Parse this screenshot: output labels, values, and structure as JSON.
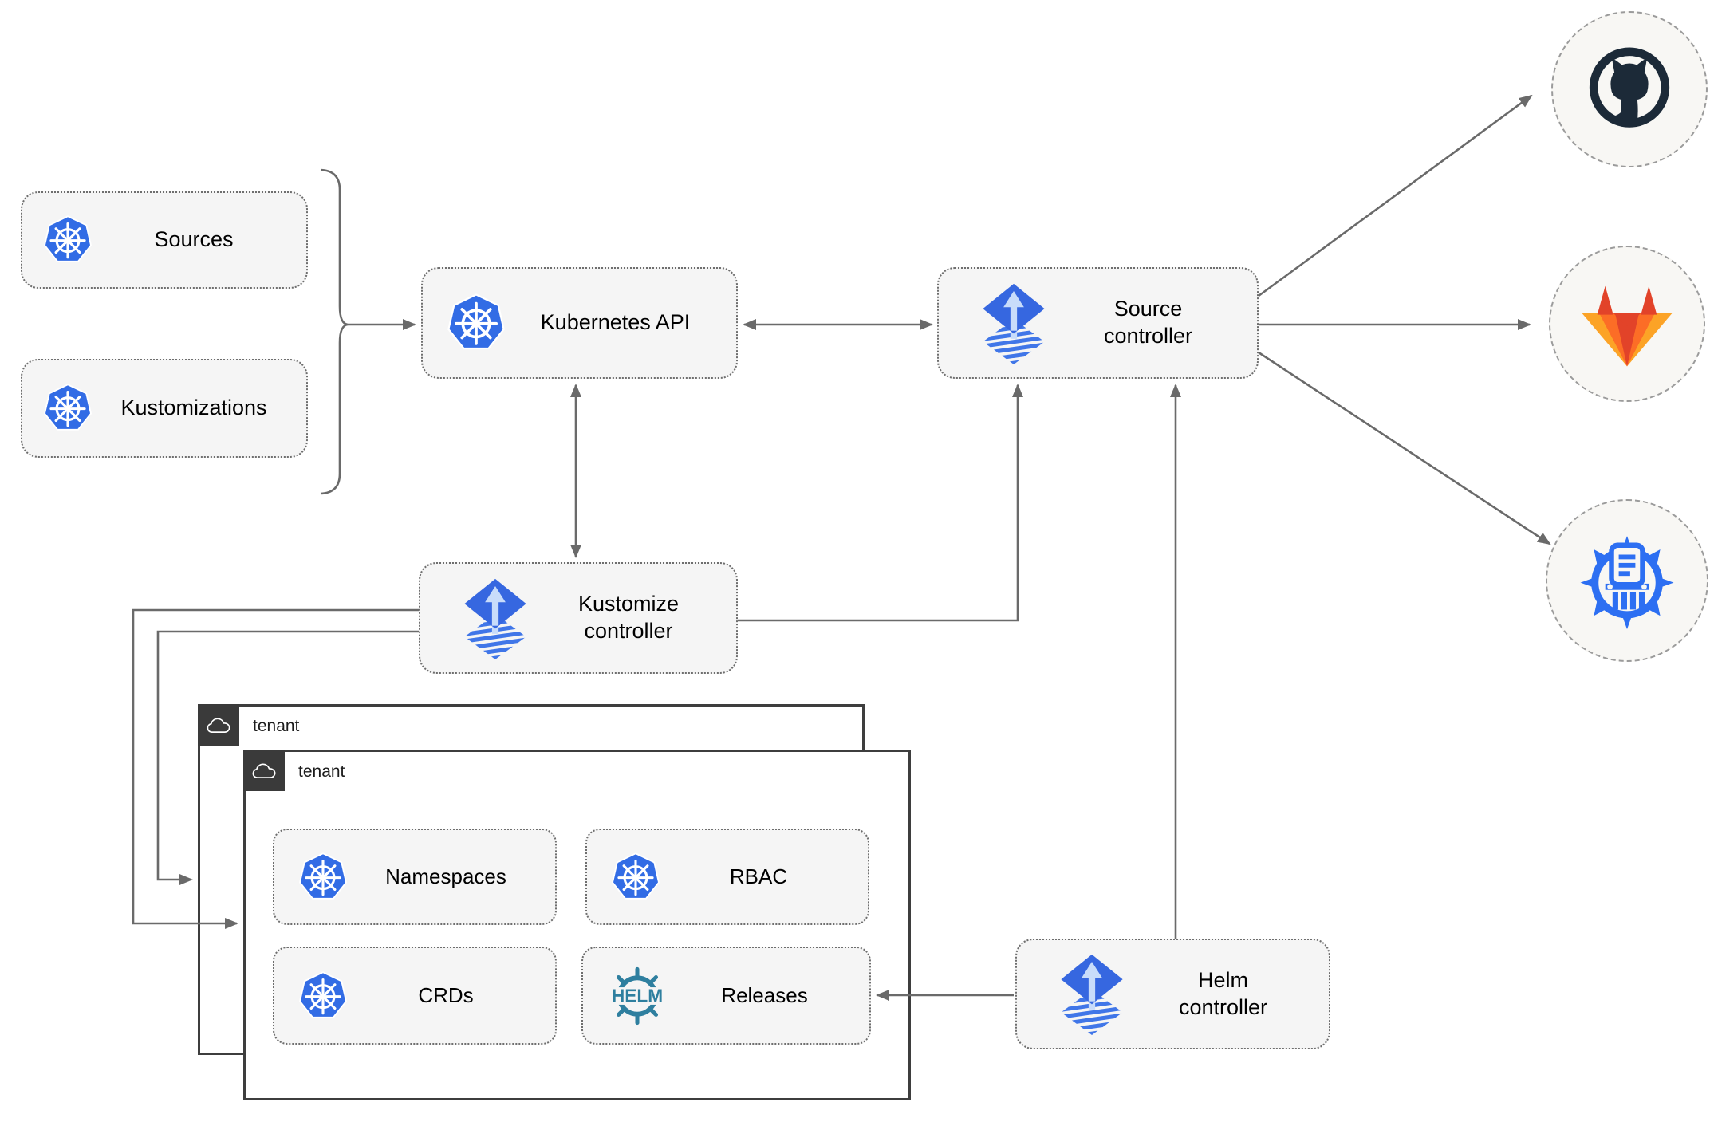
{
  "diagram": {
    "nodes": {
      "sources": {
        "label": "Sources",
        "icon": "kubernetes-icon"
      },
      "kustomizations": {
        "label": "Kustomizations",
        "icon": "kubernetes-icon"
      },
      "kubernetes_api": {
        "label": "Kubernetes API",
        "icon": "kubernetes-icon"
      },
      "source_controller": {
        "label": "Source controller",
        "icon": "flux-icon"
      },
      "kustomize_controller": {
        "label": "Kustomize controller",
        "icon": "flux-icon"
      },
      "helm_controller": {
        "label": "Helm controller",
        "icon": "flux-icon"
      },
      "tenant_back": {
        "label": "tenant",
        "icon": "cloud-icon"
      },
      "tenant_front": {
        "label": "tenant",
        "icon": "cloud-icon"
      },
      "namespaces": {
        "label": "Namespaces",
        "icon": "kubernetes-icon"
      },
      "rbac": {
        "label": "RBAC",
        "icon": "kubernetes-icon"
      },
      "crds": {
        "label": "CRDs",
        "icon": "kubernetes-icon"
      },
      "releases": {
        "label": "Releases",
        "icon": "helm-icon",
        "icon_text": "HELM"
      }
    },
    "endpoints": [
      {
        "name": "github",
        "icon": "github-icon"
      },
      {
        "name": "gitlab",
        "icon": "gitlab-icon"
      },
      {
        "name": "chart-repository",
        "icon": "chartmuseum-icon"
      }
    ],
    "edges": [
      {
        "from": "sources-and-kustomizations",
        "to": "kubernetes_api",
        "type": "arrow"
      },
      {
        "from": "kubernetes_api",
        "to": "source_controller",
        "type": "double-arrow"
      },
      {
        "from": "kubernetes_api",
        "to": "kustomize_controller",
        "type": "double-arrow"
      },
      {
        "from": "kustomize_controller",
        "to": "source_controller",
        "type": "arrow"
      },
      {
        "from": "kustomize_controller",
        "to": "tenant_back",
        "type": "arrow"
      },
      {
        "from": "kustomize_controller",
        "to": "tenant_front",
        "type": "arrow"
      },
      {
        "from": "helm_controller",
        "to": "source_controller",
        "type": "arrow"
      },
      {
        "from": "helm_controller",
        "to": "releases",
        "type": "arrow"
      },
      {
        "from": "source_controller",
        "to": "github",
        "type": "arrow"
      },
      {
        "from": "source_controller",
        "to": "gitlab",
        "type": "arrow"
      },
      {
        "from": "source_controller",
        "to": "chart-repository",
        "type": "arrow"
      }
    ],
    "colors": {
      "kubernetes_blue": "#326ce5",
      "flux_blue": "#3667e0",
      "flux_stripe_blue": "#4076e8",
      "helm_teal": "#2e7f9f",
      "github_dark": "#1c2a38",
      "gitlab_dark_orange": "#e24329",
      "gitlab_orange": "#fc6d26",
      "gitlab_light_orange": "#fca326",
      "chartmuseum_blue": "#2d6ff2",
      "connector_gray": "#6a6a6a",
      "node_background": "#f5f5f5",
      "tenant_border": "#3e3e3e"
    }
  }
}
